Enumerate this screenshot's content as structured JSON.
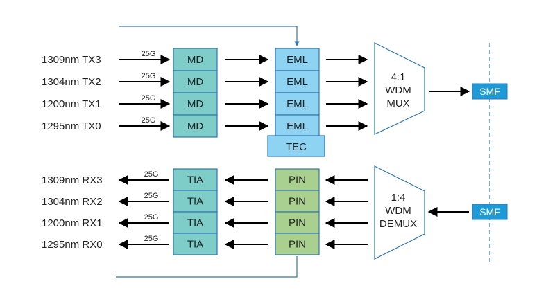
{
  "tx": {
    "lanes": [
      {
        "label": "1309nm TX3",
        "rate": "25G"
      },
      {
        "label": "1304nm TX2",
        "rate": "25G"
      },
      {
        "label": "1200nm TX1",
        "rate": "25G"
      },
      {
        "label": "1295nm TX0",
        "rate": "25G"
      }
    ],
    "driver_label": "MD",
    "laser_label": "EML",
    "tec_label": "TEC",
    "mux_lines": [
      "4:1",
      "WDM",
      "MUX"
    ],
    "fiber_label": "SMF"
  },
  "rx": {
    "lanes": [
      {
        "label": "1309nm RX3",
        "rate": "25G"
      },
      {
        "label": "1304nm RX2",
        "rate": "25G"
      },
      {
        "label": "1200nm RX1",
        "rate": "25G"
      },
      {
        "label": "1295nm RX0",
        "rate": "25G"
      }
    ],
    "amp_label": "TIA",
    "detector_label": "PIN",
    "demux_lines": [
      "1:4",
      "WDM",
      "DEMUX"
    ],
    "fiber_label": "SMF"
  },
  "colors": {
    "md_fill": "#7ecdc8",
    "eml_fill": "#8fd3f3",
    "tec_fill": "#8fd3f3",
    "tia_fill": "#7ecdc8",
    "pin_fill": "#a9d08e",
    "smf_fill": "#1e9ad6",
    "box_stroke": "#2e75b6",
    "line": "#000000",
    "divider": "#2e75b6"
  }
}
